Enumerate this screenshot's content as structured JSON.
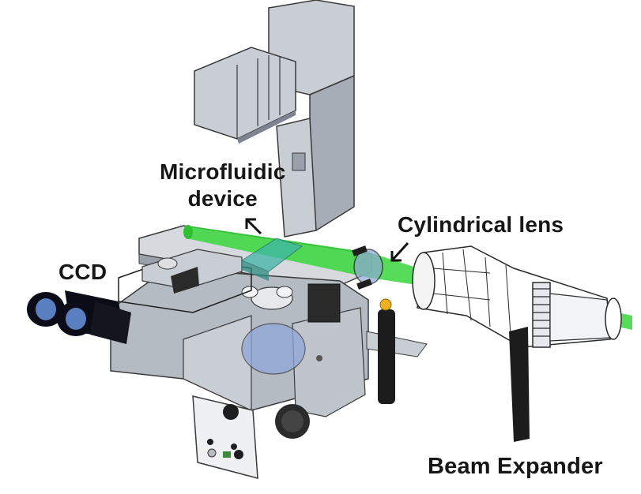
{
  "labels": {
    "microfluidic_line1": "Microfluidic",
    "microfluidic_line2": "device",
    "cylindrical_lens": "Cylindrical lens",
    "ccd": "CCD",
    "beam_expander": "Beam Expander"
  },
  "colors": {
    "laser_beam": "#38d63c",
    "body_light": "#c9cdd4",
    "body_mid": "#a7adb6",
    "body_dark": "#7d848f",
    "eyepiece": "#0c0c18",
    "eyepiece_lens": "#5a7fc0",
    "objective_glass": "#8fa6d8",
    "microfluidic_chip": "#3fb6a8",
    "knob": "#f0b020"
  }
}
